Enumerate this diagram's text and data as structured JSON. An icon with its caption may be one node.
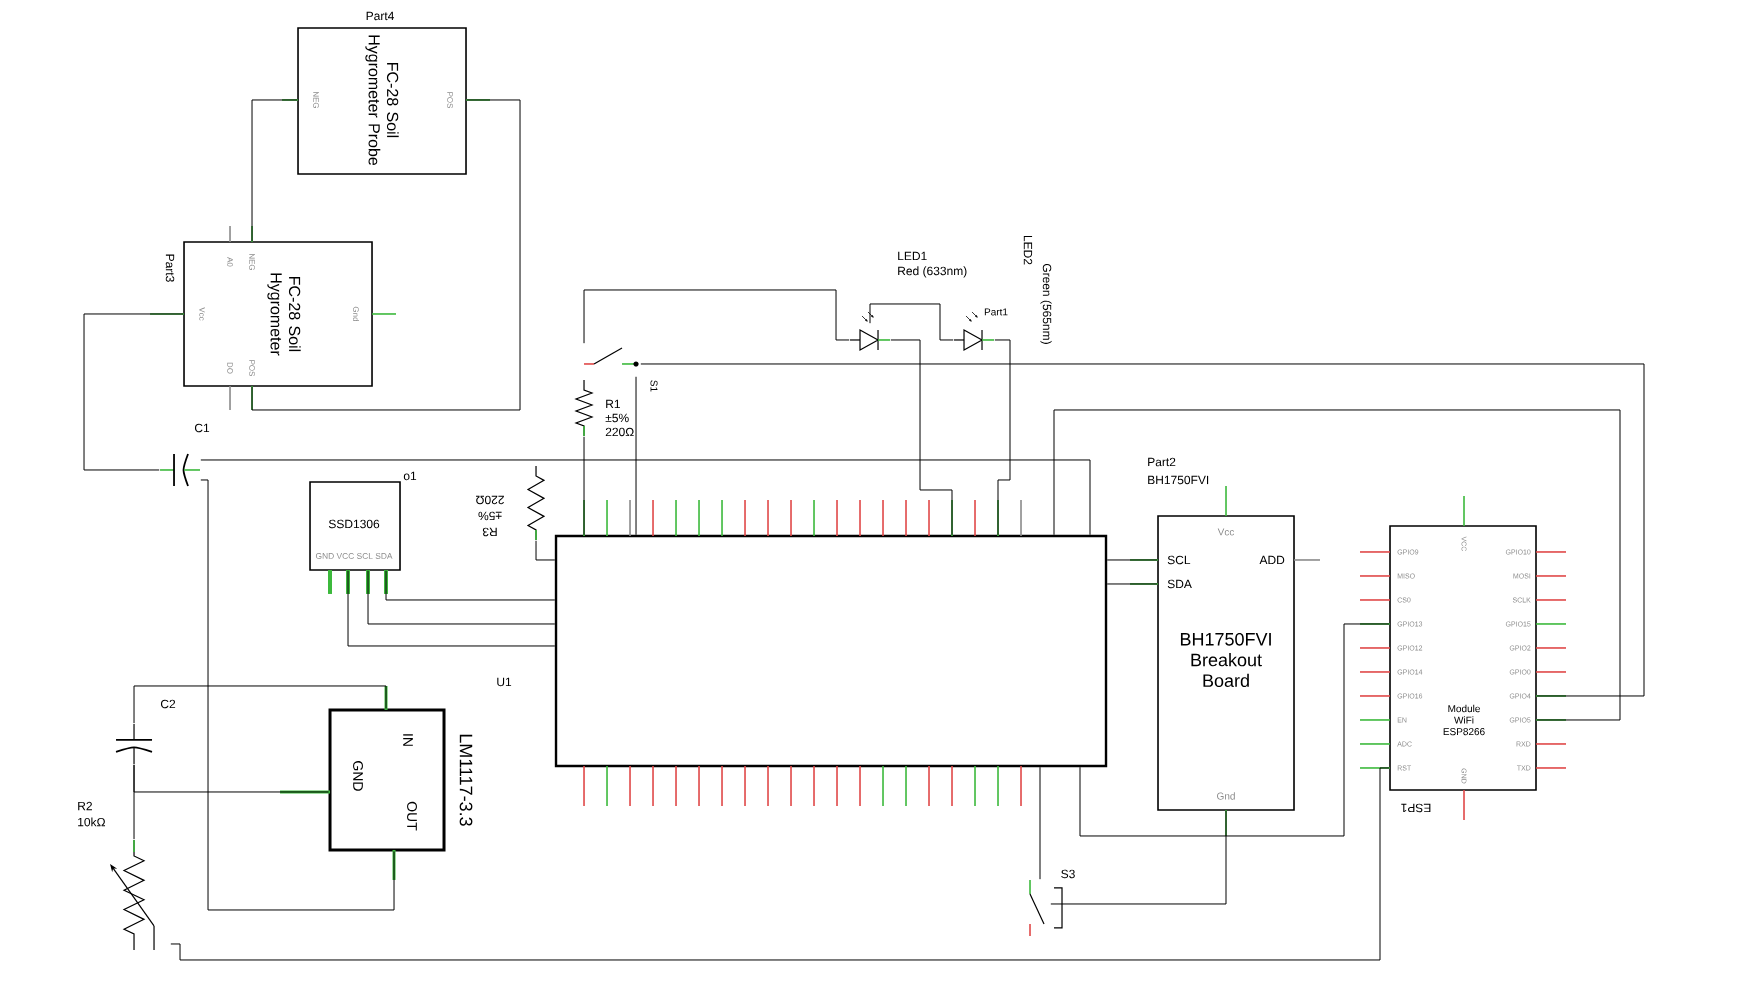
{
  "diagram": {
    "nodes": [
      {
        "text": [
          "Part4",
          "FC-28 Soil Hygrometer Probe",
          "NEG",
          "POS"
        ]
      },
      {
        "text": [
          "Part3",
          "FC-28 Soil Hygrometer",
          "A0",
          "NEG",
          "Vcc",
          "Gnd",
          "DO",
          "POS"
        ]
      },
      {
        "text": [
          "R1",
          "±5%",
          "220Ω"
        ]
      },
      {
        "text": [
          "S1"
        ]
      },
      {
        "text": [
          "LED1",
          "Red (633nm)"
        ]
      },
      {
        "text": [
          "LED2",
          "Green (565nm)",
          "Part1"
        ]
      },
      {
        "text": [
          "C1"
        ]
      },
      {
        "text": [
          "o1",
          "SSD1306",
          "GND VCC SCL SDA"
        ]
      },
      {
        "text": [
          "R3",
          "±5%",
          "220Ω"
        ]
      },
      {
        "text": [],
        "shape": "box"
      },
      {
        "text": [
          "Part2",
          "BH1750FVI",
          "Vcc",
          "SCL",
          "SDA",
          "ADD",
          "BH1750FVI Breakout Board",
          "Gnd"
        ]
      },
      {
        "text": [
          "VCC",
          "GPIO9",
          "MISO",
          "CS0",
          "GPIO13",
          "GPIO12",
          "GPIO14",
          "GPIO16",
          "EN",
          "ADC",
          "RST",
          "GPIO10",
          "MOSI",
          "SCLK",
          "GPIO15",
          "GPIO2",
          "GPIO0",
          "GPIO4",
          "GPIO5",
          "RXD",
          "TXD",
          "GND",
          "Module WiFi ESP8266",
          "ESP1"
        ]
      },
      {
        "text": [
          "C2"
        ]
      },
      {
        "text": [
          "U1",
          "LM1117-3.3",
          "IN",
          "GND",
          "OUT"
        ]
      },
      {
        "text": [
          "R2",
          "10kΩ"
        ]
      },
      {
        "text": [
          "S3"
        ]
      }
    ],
    "edges": [
      {
        "from": 0,
        "to": 1,
        "arrow": "none"
      },
      {
        "from": 0,
        "to": 1,
        "arrow": "none"
      },
      {
        "from": 1,
        "to": 6,
        "arrow": "none"
      },
      {
        "from": 3,
        "to": 4,
        "arrow": "none"
      },
      {
        "from": 4,
        "to": 5,
        "arrow": "none"
      },
      {
        "from": 4,
        "to": 9,
        "arrow": "none"
      },
      {
        "from": 5,
        "to": 9,
        "arrow": "none"
      },
      {
        "from": 3,
        "to": 9,
        "arrow": "none"
      },
      {
        "from": 3,
        "to": 11,
        "arrow": "none"
      },
      {
        "from": 6,
        "to": 9,
        "arrow": "none"
      },
      {
        "from": 6,
        "to": 13,
        "arrow": "none"
      },
      {
        "from": 7,
        "to": 9,
        "arrow": "none"
      },
      {
        "from": 7,
        "to": 9,
        "arrow": "none"
      },
      {
        "from": 7,
        "to": 9,
        "arrow": "none"
      },
      {
        "from": 8,
        "to": 9,
        "arrow": "none"
      },
      {
        "from": 10,
        "to": 9,
        "arrow": "none"
      },
      {
        "from": 10,
        "to": 9,
        "arrow": "none"
      },
      {
        "from": 11,
        "to": 9,
        "arrow": "none"
      },
      {
        "from": 11,
        "to": 9,
        "arrow": "none"
      },
      {
        "from": 12,
        "to": 13,
        "arrow": "none"
      },
      {
        "from": 12,
        "to": 13,
        "arrow": "none"
      },
      {
        "from": 12,
        "to": 14,
        "arrow": "none"
      },
      {
        "from": 14,
        "to": 11,
        "arrow": "none"
      },
      {
        "from": 15,
        "to": 9,
        "arrow": "none"
      },
      {
        "from": 10,
        "to": 15,
        "arrow": "none"
      },
      {
        "from": 2,
        "to": 9,
        "arrow": "none"
      }
    ]
  }
}
